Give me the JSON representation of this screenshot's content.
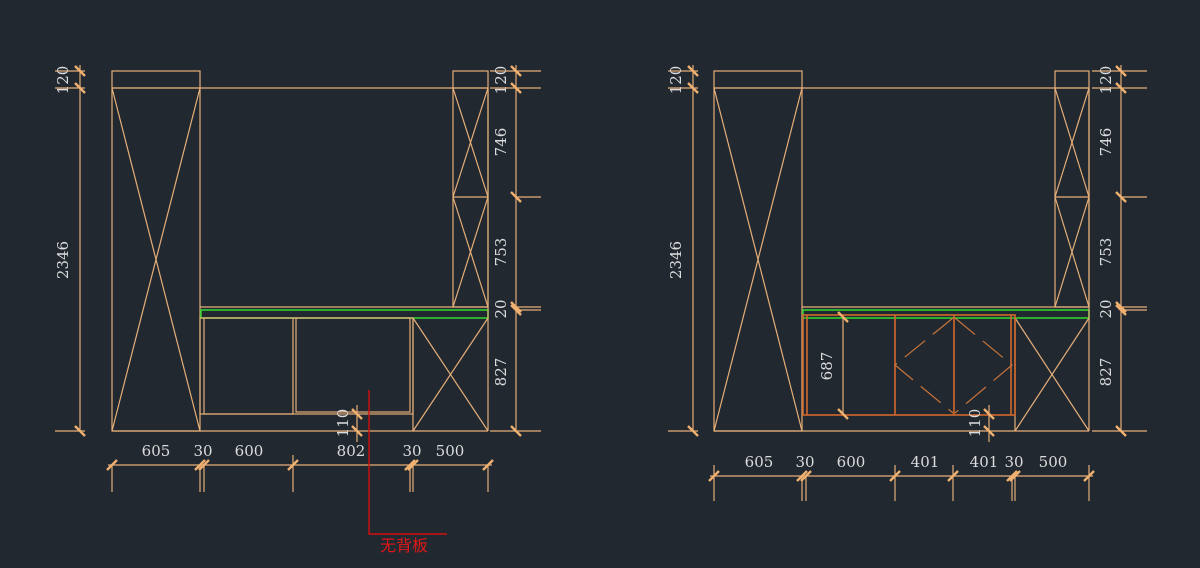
{
  "drawings": [
    {
      "name": "elevation-without-doors",
      "left_dims": {
        "top": "120",
        "total": "2346"
      },
      "right_dims": [
        "120",
        "746",
        "753",
        "20",
        "827"
      ],
      "bottom_dims": [
        "605",
        "30",
        "600",
        "802",
        "30",
        "500"
      ],
      "plinth_dim": "110",
      "annotation": "无背板"
    },
    {
      "name": "elevation-with-doors",
      "left_dims": {
        "top": "120",
        "total": "2346"
      },
      "right_dims": [
        "120",
        "746",
        "753",
        "20",
        "827"
      ],
      "bottom_dims": [
        "605",
        "30",
        "600",
        "401",
        "401",
        "30",
        "500"
      ],
      "plinth_dim": "110",
      "door_height_dim": "687"
    }
  ],
  "colors": {
    "background": "#212830",
    "lines": "#e6ae78",
    "countertop": "#2fd02f",
    "doors": "#d2692e",
    "annotation": "#d01010"
  }
}
